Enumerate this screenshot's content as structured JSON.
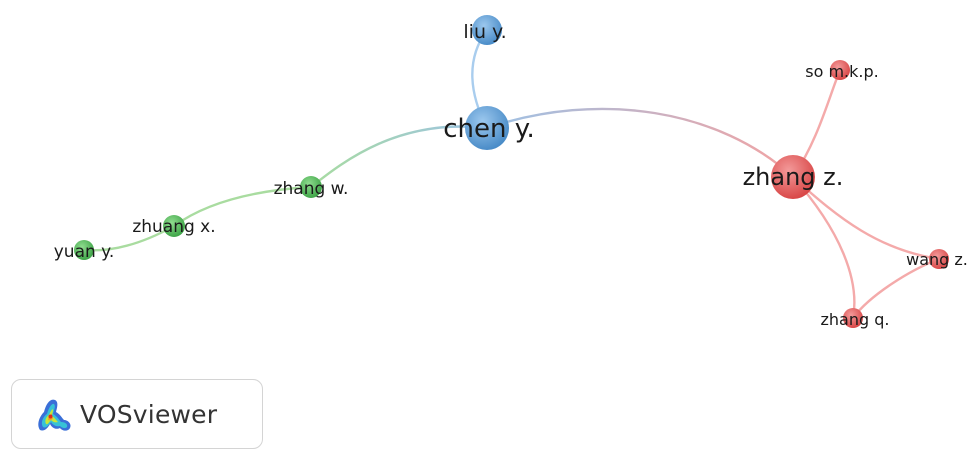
{
  "network": {
    "nodes": [
      {
        "id": "liu",
        "label": "liu y.",
        "cluster": "blue"
      },
      {
        "id": "chen",
        "label": "chen y.",
        "cluster": "blue"
      },
      {
        "id": "zhangw",
        "label": "zhang w.",
        "cluster": "green"
      },
      {
        "id": "zhuang",
        "label": "zhuang x.",
        "cluster": "green"
      },
      {
        "id": "yuan",
        "label": "yuan y.",
        "cluster": "green"
      },
      {
        "id": "zhangz",
        "label": "zhang z.",
        "cluster": "red"
      },
      {
        "id": "so",
        "label": "so m.k.p.",
        "cluster": "red"
      },
      {
        "id": "wang",
        "label": "wang z.",
        "cluster": "red"
      },
      {
        "id": "zhangq",
        "label": "zhang q.",
        "cluster": "red"
      }
    ],
    "edges": [
      {
        "from": "liu",
        "to": "chen"
      },
      {
        "from": "chen",
        "to": "zhangw"
      },
      {
        "from": "zhangw",
        "to": "zhuang"
      },
      {
        "from": "zhuang",
        "to": "yuan"
      },
      {
        "from": "chen",
        "to": "zhangz"
      },
      {
        "from": "zhangz",
        "to": "so"
      },
      {
        "from": "zhangz",
        "to": "wang"
      },
      {
        "from": "zhangz",
        "to": "zhangq"
      },
      {
        "from": "wang",
        "to": "zhangq"
      }
    ],
    "colors": {
      "blue": "#5b9bd5",
      "green": "#5cb85c",
      "red": "#e05a5a"
    }
  },
  "branding": {
    "name": "VOSviewer"
  }
}
